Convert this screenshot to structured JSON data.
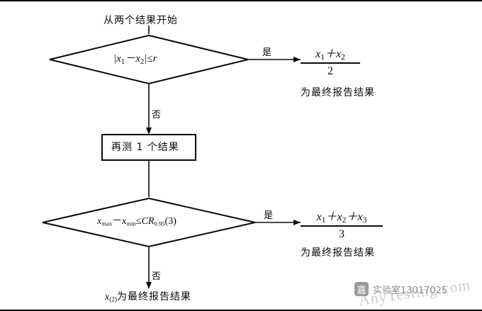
{
  "diagram": {
    "title": "从两个结果开始",
    "decision1": {
      "text": "|x₁－x₂|≤r",
      "parts": {
        "abs_open": "|",
        "x1": "x",
        "x1sub": "1",
        "minus": "−",
        "x2": "x",
        "x2sub": "2",
        "abs_close": "|",
        "rel": "≤",
        "r": "r"
      }
    },
    "decision1_yes_label": "是",
    "decision1_no_label": "否",
    "process": "再测 1 个结果",
    "decision2": {
      "text": "x_max − x_min ≤ CR₀.₉₅(3)",
      "parts": {
        "xmax": "x",
        "maxsub": "max",
        "minus": "−",
        "xmin": "x",
        "minsub": "min",
        "rel": "≤",
        "cr": "CR",
        "crsub": "0.95",
        "arg": "(3)"
      }
    },
    "decision2_yes_label": "是",
    "decision2_no_label": "否",
    "result1": {
      "numerator": "x₁＋x₂",
      "numerator_parts": {
        "x1": "x",
        "s1": "1",
        "plus": "＋",
        "x2": "x",
        "s2": "2"
      },
      "denominator": "2",
      "caption": "为最终报告结果"
    },
    "result2": {
      "numerator": "x₁＋x₂＋x₃",
      "numerator_parts": {
        "x1": "x",
        "s1": "1",
        "plus1": "＋",
        "x2": "x",
        "s2": "2",
        "plus2": "＋",
        "x3": "x",
        "s3": "3"
      },
      "denominator": "3",
      "caption": "为最终报告结果"
    },
    "final_bottom": {
      "symbol": "x",
      "symbol_sub": "(2)",
      "caption": "为最终报告结果"
    }
  },
  "watermarks": {
    "main": "AnyTesting.com",
    "account_mark": "嘉",
    "account_text": "实验室13017025"
  }
}
